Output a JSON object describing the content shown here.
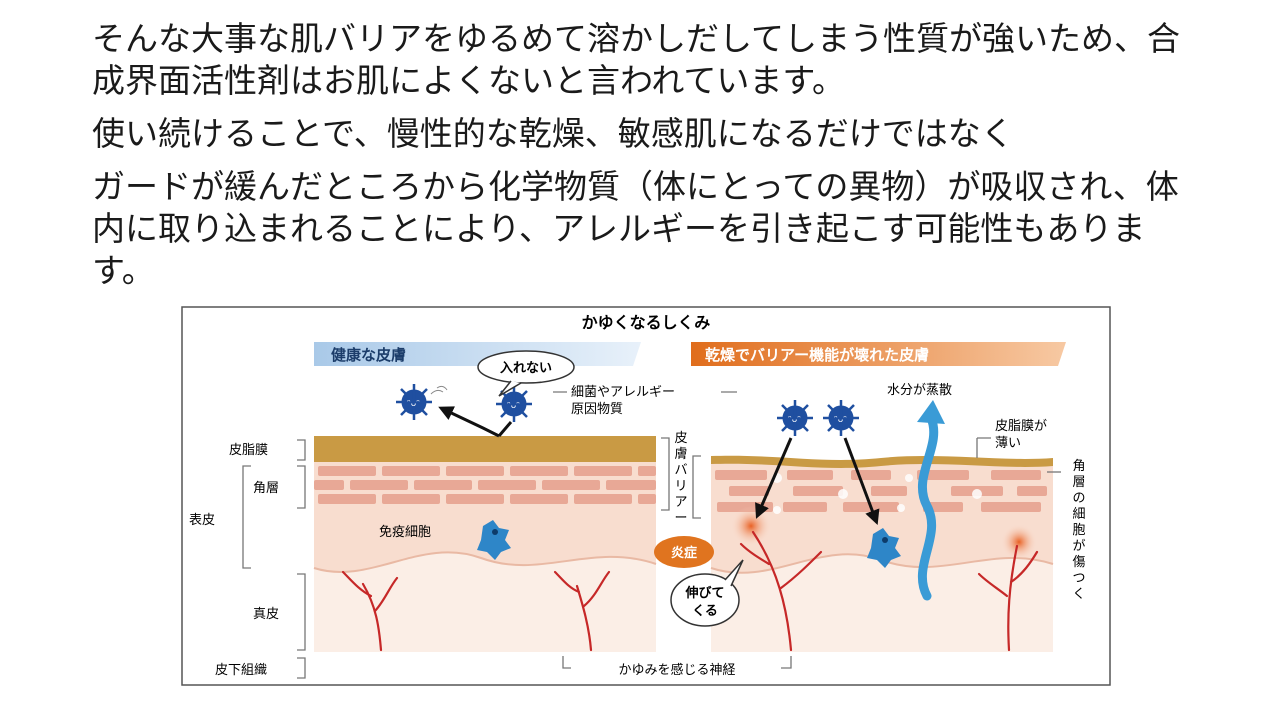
{
  "text": {
    "p1": "そんな大事な肌バリアをゆるめて溶かしだしてしまう性質が強いため、合成界面活性剤はお肌によくないと言われています。",
    "p2": "使い続けることで、慢性的な乾燥、敏感肌になるだけではなく",
    "p3": "ガードが緩んだところから化学物質（体にとっての異物）が吸収され、体内に取り込まれることにより、アレルギーを引き起こす可能性もあります。"
  },
  "figure": {
    "title": "かゆくなるしくみ",
    "healthy_banner": "健康な皮膚",
    "damaged_banner": "乾燥でバリアー機能が壊れた皮膚",
    "bubble_cannot_enter": "入れない",
    "allergen_label_line1": "細菌やアレルギー",
    "allergen_label_line2": "原因物質",
    "barrier_label_vertical": [
      "皮",
      "膚",
      "バ",
      "リ",
      "ア",
      "ー"
    ],
    "water_evaporation": "水分が蒸散",
    "thin_sebum_line1": "皮脂膜が",
    "thin_sebum_line2": "薄い",
    "damaged_cells_vertical": [
      "角",
      "層",
      "の",
      "細",
      "胞",
      "が",
      "傷",
      "つ",
      "く"
    ],
    "layer_sebum": "皮脂膜",
    "layer_stratum": "角層",
    "layer_epidermis": "表皮",
    "layer_dermis": "真皮",
    "layer_subcutis": "皮下組織",
    "immune_cell": "免疫細胞",
    "inflammation": "炎症",
    "nerve_grow_line1": "伸びて",
    "nerve_grow_line2": "くる",
    "itch_nerve": "かゆみを感じる神経",
    "colors": {
      "healthy_banner": "#b8d3ec",
      "damaged_banner": "#e07a2a",
      "sebum": "#c99a44",
      "brick": "#e8a896",
      "mortar": "#fbe7dd",
      "skin": "#f8ddcf",
      "nerve": "#c62828",
      "germ": "#1f4fa0",
      "water": "#3a9bd6"
    }
  }
}
